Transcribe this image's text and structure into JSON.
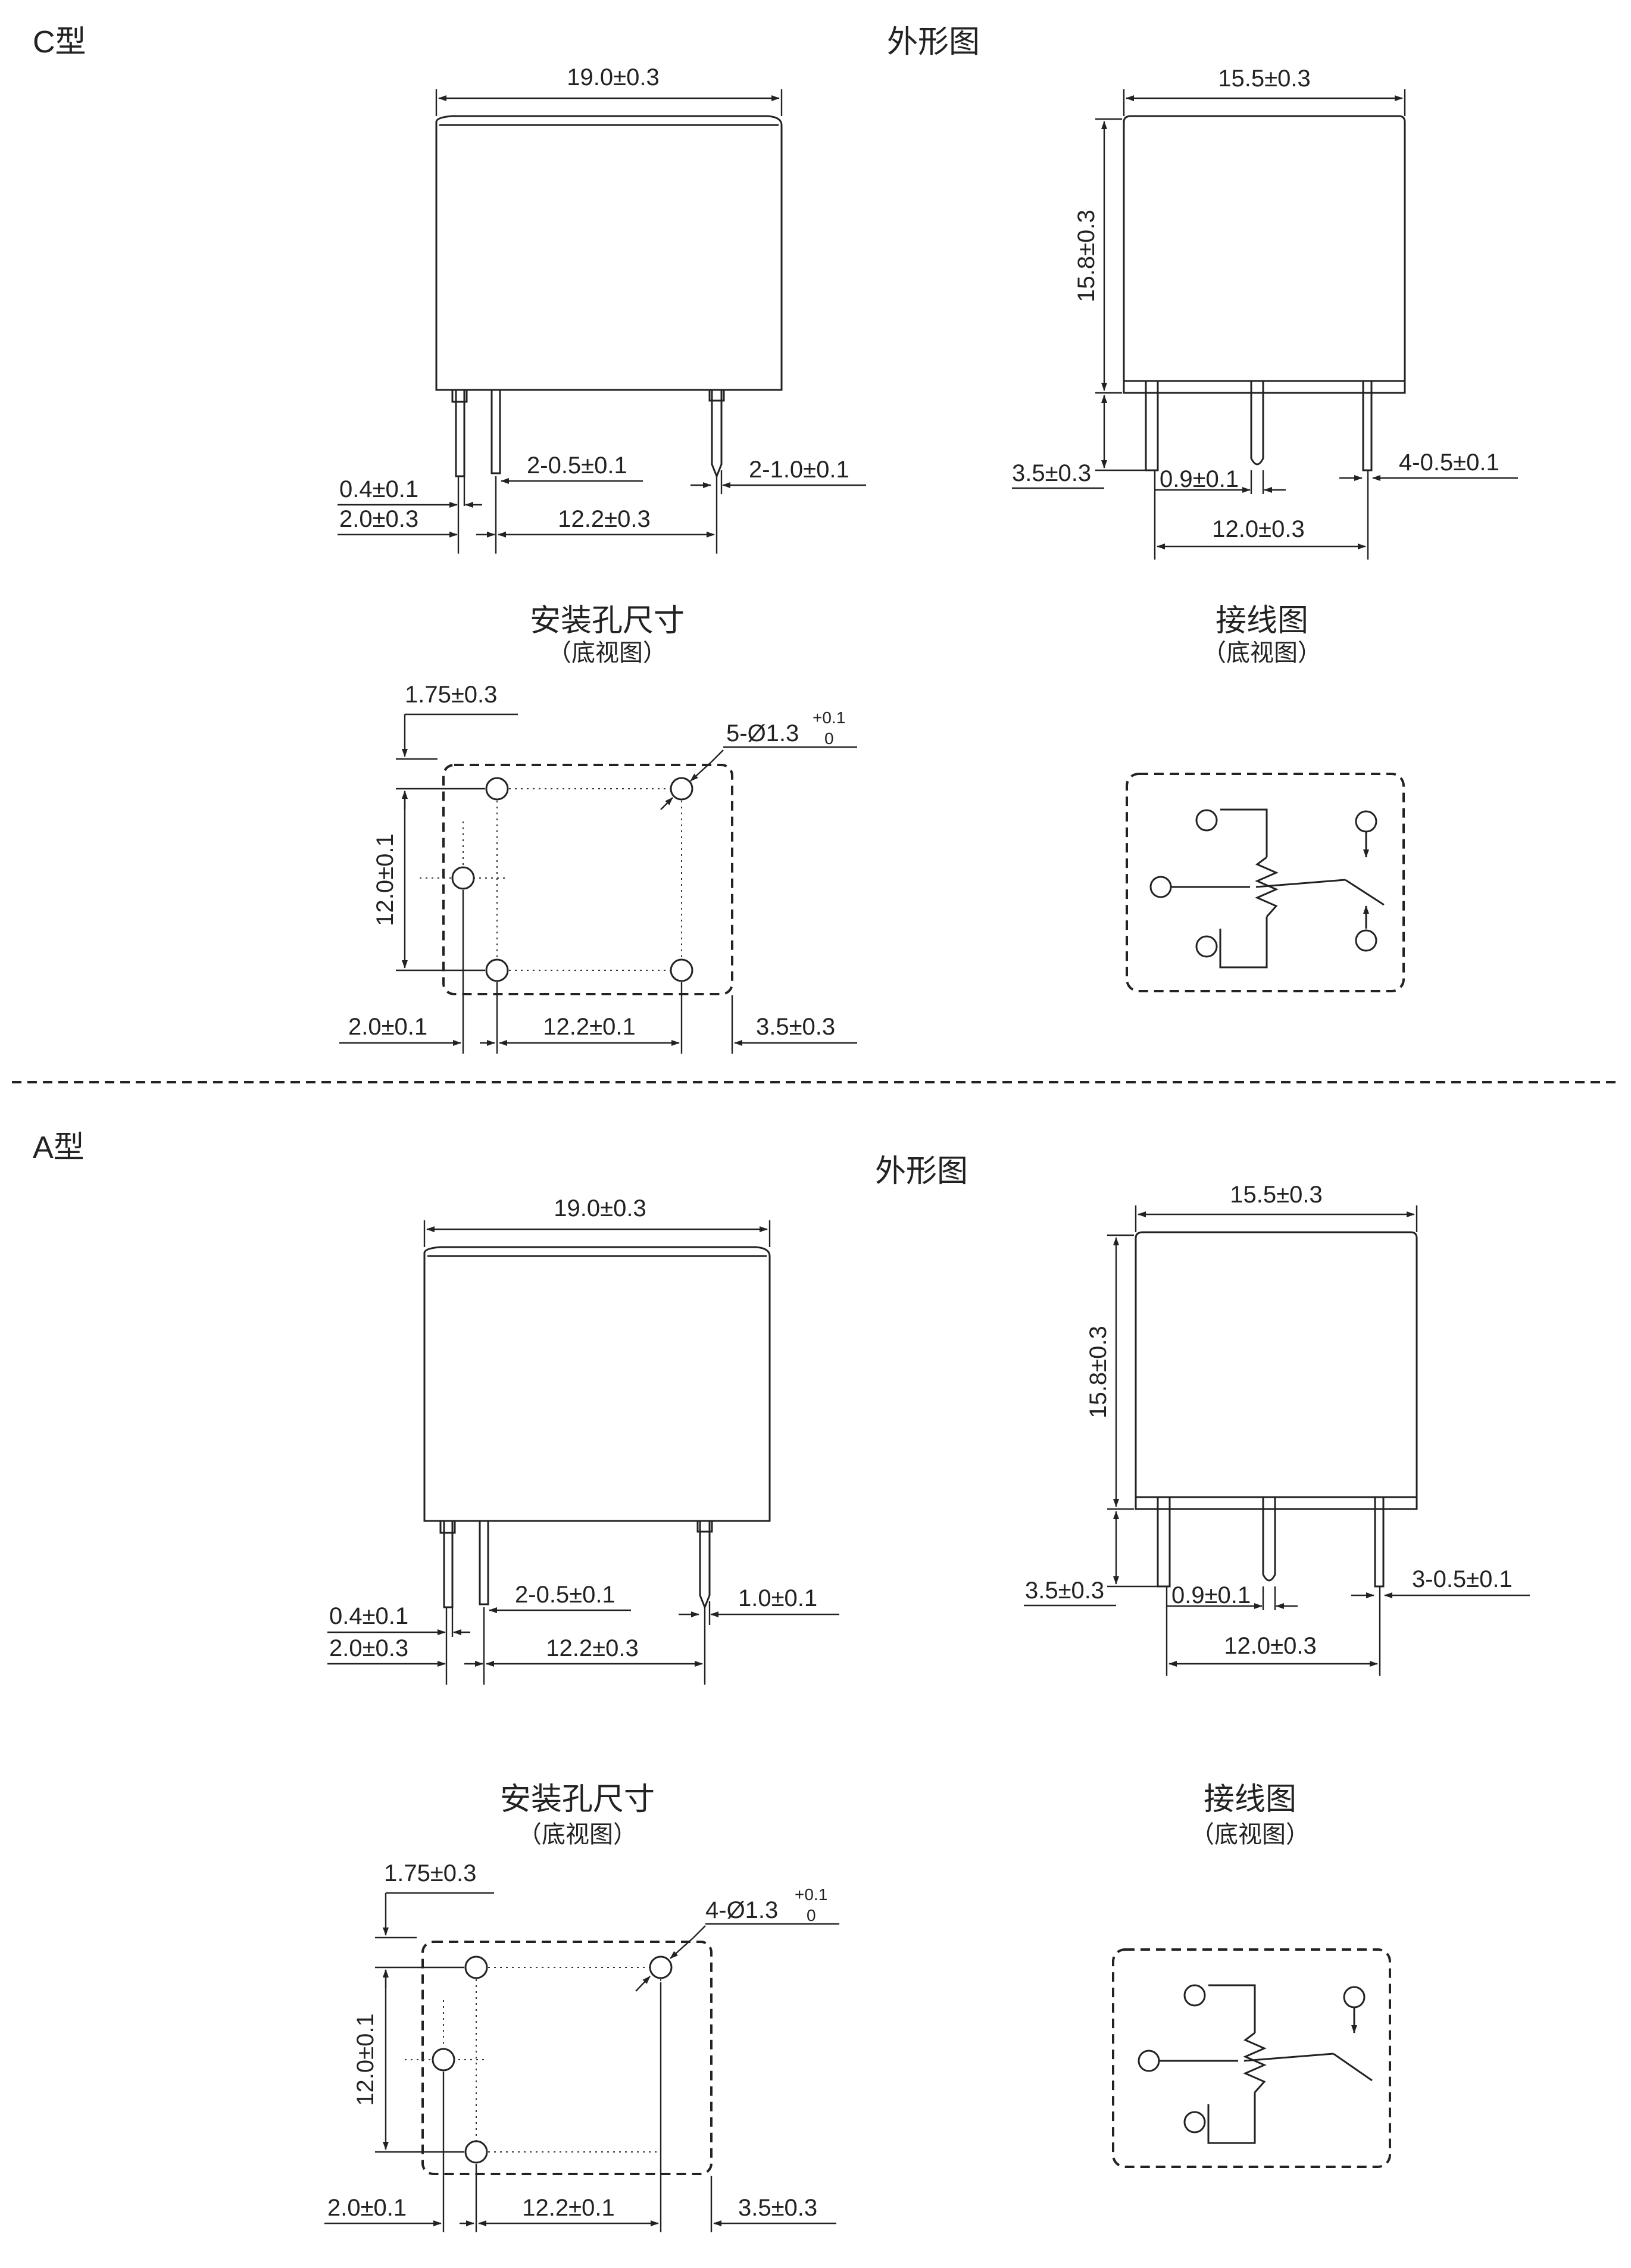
{
  "sections": [
    {
      "type_label": "C型",
      "outline_title": "外形图",
      "front_view": {
        "width_dim": "19.0±0.3",
        "pin_width_dim": "0.4±0.1",
        "pin_offset_dim": "2.0±0.3",
        "pin_thickness_dim": "2-0.5±0.1",
        "pin_spacing_dim": "12.2±0.3",
        "right_pin_dim": "2-1.0±0.1"
      },
      "side_view": {
        "width_dim": "15.5±0.3",
        "height_dim": "15.8±0.3",
        "pin_length_dim": "3.5±0.3",
        "center_pin_dim": "0.9±0.1",
        "pin_spacing_dim": "12.0±0.3",
        "pin_thickness_dim": "4-0.5±0.1"
      },
      "mounting": {
        "title": "安装孔尺寸",
        "subtitle": "（底视图）",
        "top_offset_dim": "1.75±0.3",
        "hole_dim": "5-Ø1.3",
        "hole_tol_upper": "+0.1",
        "hole_tol_lower": "0",
        "vertical_dim": "12.0±0.1",
        "left_dim": "2.0±0.1",
        "spacing_dim": "12.2±0.1",
        "right_dim": "3.5±0.3"
      },
      "wiring": {
        "title": "接线图",
        "subtitle": "（底视图）"
      }
    },
    {
      "type_label": "A型",
      "outline_title": "外形图",
      "front_view": {
        "width_dim": "19.0±0.3",
        "pin_width_dim": "0.4±0.1",
        "pin_offset_dim": "2.0±0.3",
        "pin_thickness_dim": "2-0.5±0.1",
        "pin_spacing_dim": "12.2±0.3",
        "right_pin_dim": "1.0±0.1"
      },
      "side_view": {
        "width_dim": "15.5±0.3",
        "height_dim": "15.8±0.3",
        "pin_length_dim": "3.5±0.3",
        "center_pin_dim": "0.9±0.1",
        "pin_spacing_dim": "12.0±0.3",
        "pin_thickness_dim": "3-0.5±0.1"
      },
      "mounting": {
        "title": "安装孔尺寸",
        "subtitle": "（底视图）",
        "top_offset_dim": "1.75±0.3",
        "hole_dim": "4-Ø1.3",
        "hole_tol_upper": "+0.1",
        "hole_tol_lower": "0",
        "vertical_dim": "12.0±0.1",
        "left_dim": "2.0±0.1",
        "spacing_dim": "12.2±0.1",
        "right_dim": "3.5±0.3"
      },
      "wiring": {
        "title": "接线图",
        "subtitle": "（底视图）"
      }
    }
  ]
}
